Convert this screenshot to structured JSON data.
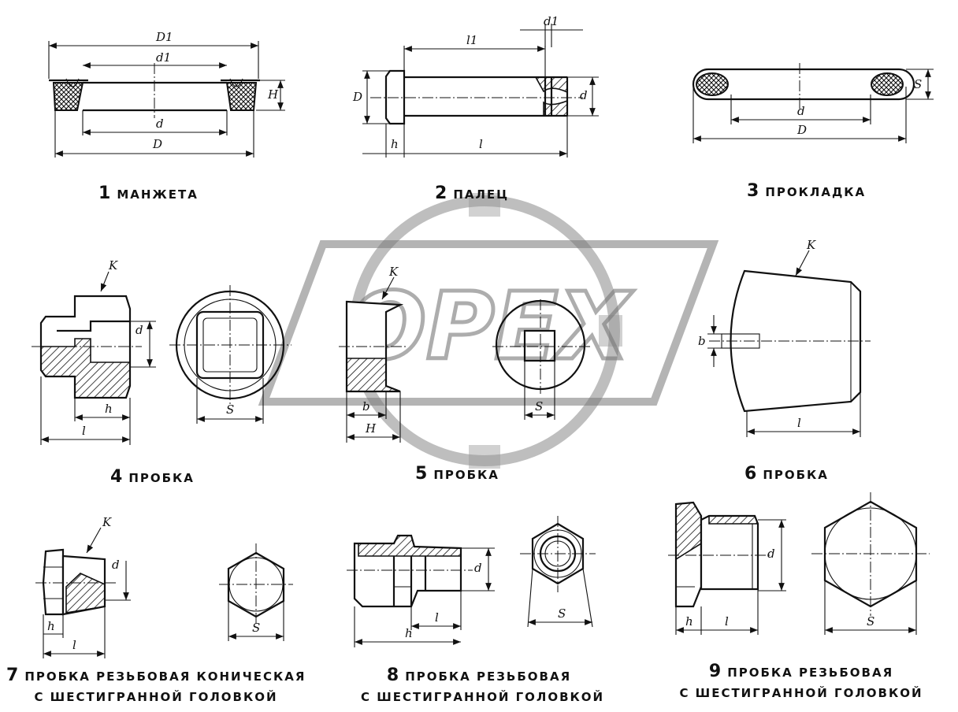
{
  "watermark": {
    "text": "OPEX"
  },
  "items": [
    {
      "num": "1",
      "name": "МАНЖЕТА",
      "dims": [
        "D1",
        "d1",
        "d",
        "D",
        "H"
      ]
    },
    {
      "num": "2",
      "name": "ПАЛЕЦ",
      "dims": [
        "l1",
        "d1",
        "D",
        "d",
        "h",
        "l"
      ]
    },
    {
      "num": "3",
      "name": "ПРОКЛАДКА",
      "dims": [
        "S",
        "d",
        "D"
      ]
    },
    {
      "num": "4",
      "name": "ПРОБКА",
      "dims": [
        "K",
        "d",
        "h",
        "l",
        "S"
      ]
    },
    {
      "num": "5",
      "name": "ПРОБКА",
      "dims": [
        "K",
        "b",
        "H",
        "S"
      ]
    },
    {
      "num": "6",
      "name": "ПРОБКА",
      "dims": [
        "K",
        "b",
        "l"
      ]
    },
    {
      "num": "7",
      "name": "ПРОБКА РЕЗЬБОВАЯ КОНИЧЕСКАЯ",
      "name2": "С ШЕСТИГРАННОЙ ГОЛОВКОЙ",
      "dims": [
        "K",
        "d",
        "h",
        "l",
        "S"
      ]
    },
    {
      "num": "8",
      "name": "ПРОБКА РЕЗЬБОВАЯ",
      "name2": "С ШЕСТИГРАННОЙ ГОЛОВКОЙ",
      "dims": [
        "d",
        "l",
        "h",
        "S"
      ]
    },
    {
      "num": "9",
      "name": "ПРОБКА РЕЗЬБОВАЯ",
      "name2": "С ШЕСТИГРАННОЙ ГОЛОВКОЙ",
      "dims": [
        "d",
        "h",
        "l",
        "S"
      ]
    }
  ]
}
